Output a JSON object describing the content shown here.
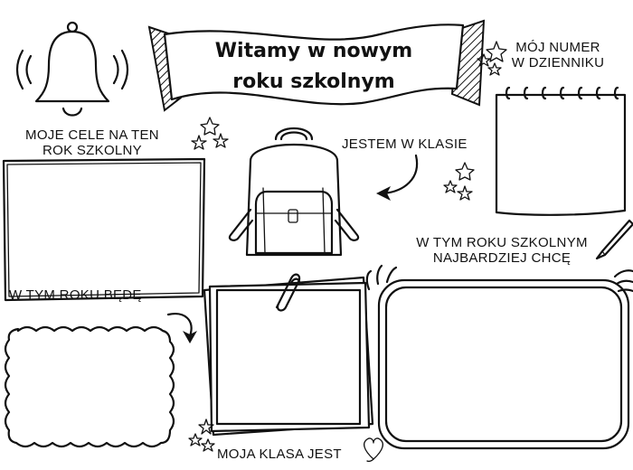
{
  "banner": {
    "line1": "Witamy w nowym",
    "line2": "roku szkolnym"
  },
  "labels": {
    "class_number": "MÓJ NUMER\nW DZIENNIKU",
    "goals": "MOJE CELE NA TEN\nROK SZKOLNY",
    "my_class": "JESTEM W KLASIE",
    "this_year_want": "W TYM ROKU SZKOLNYM\nNAJBARDZIEJ CHCĘ",
    "this_year_will": "W TYM ROKU BĘDĘ",
    "my_class_is": "MOJA KLASA JEST"
  },
  "icons": {
    "bell": "bell-icon",
    "backpack": "backpack-icon",
    "paperclip": "paperclip-icon",
    "pencil": "pencil-icon",
    "heart": "heart-icon",
    "star": "star-icon",
    "arrow": "curved-arrow-icon"
  },
  "colors": {
    "ink": "#111111",
    "paper": "#ffffff"
  }
}
